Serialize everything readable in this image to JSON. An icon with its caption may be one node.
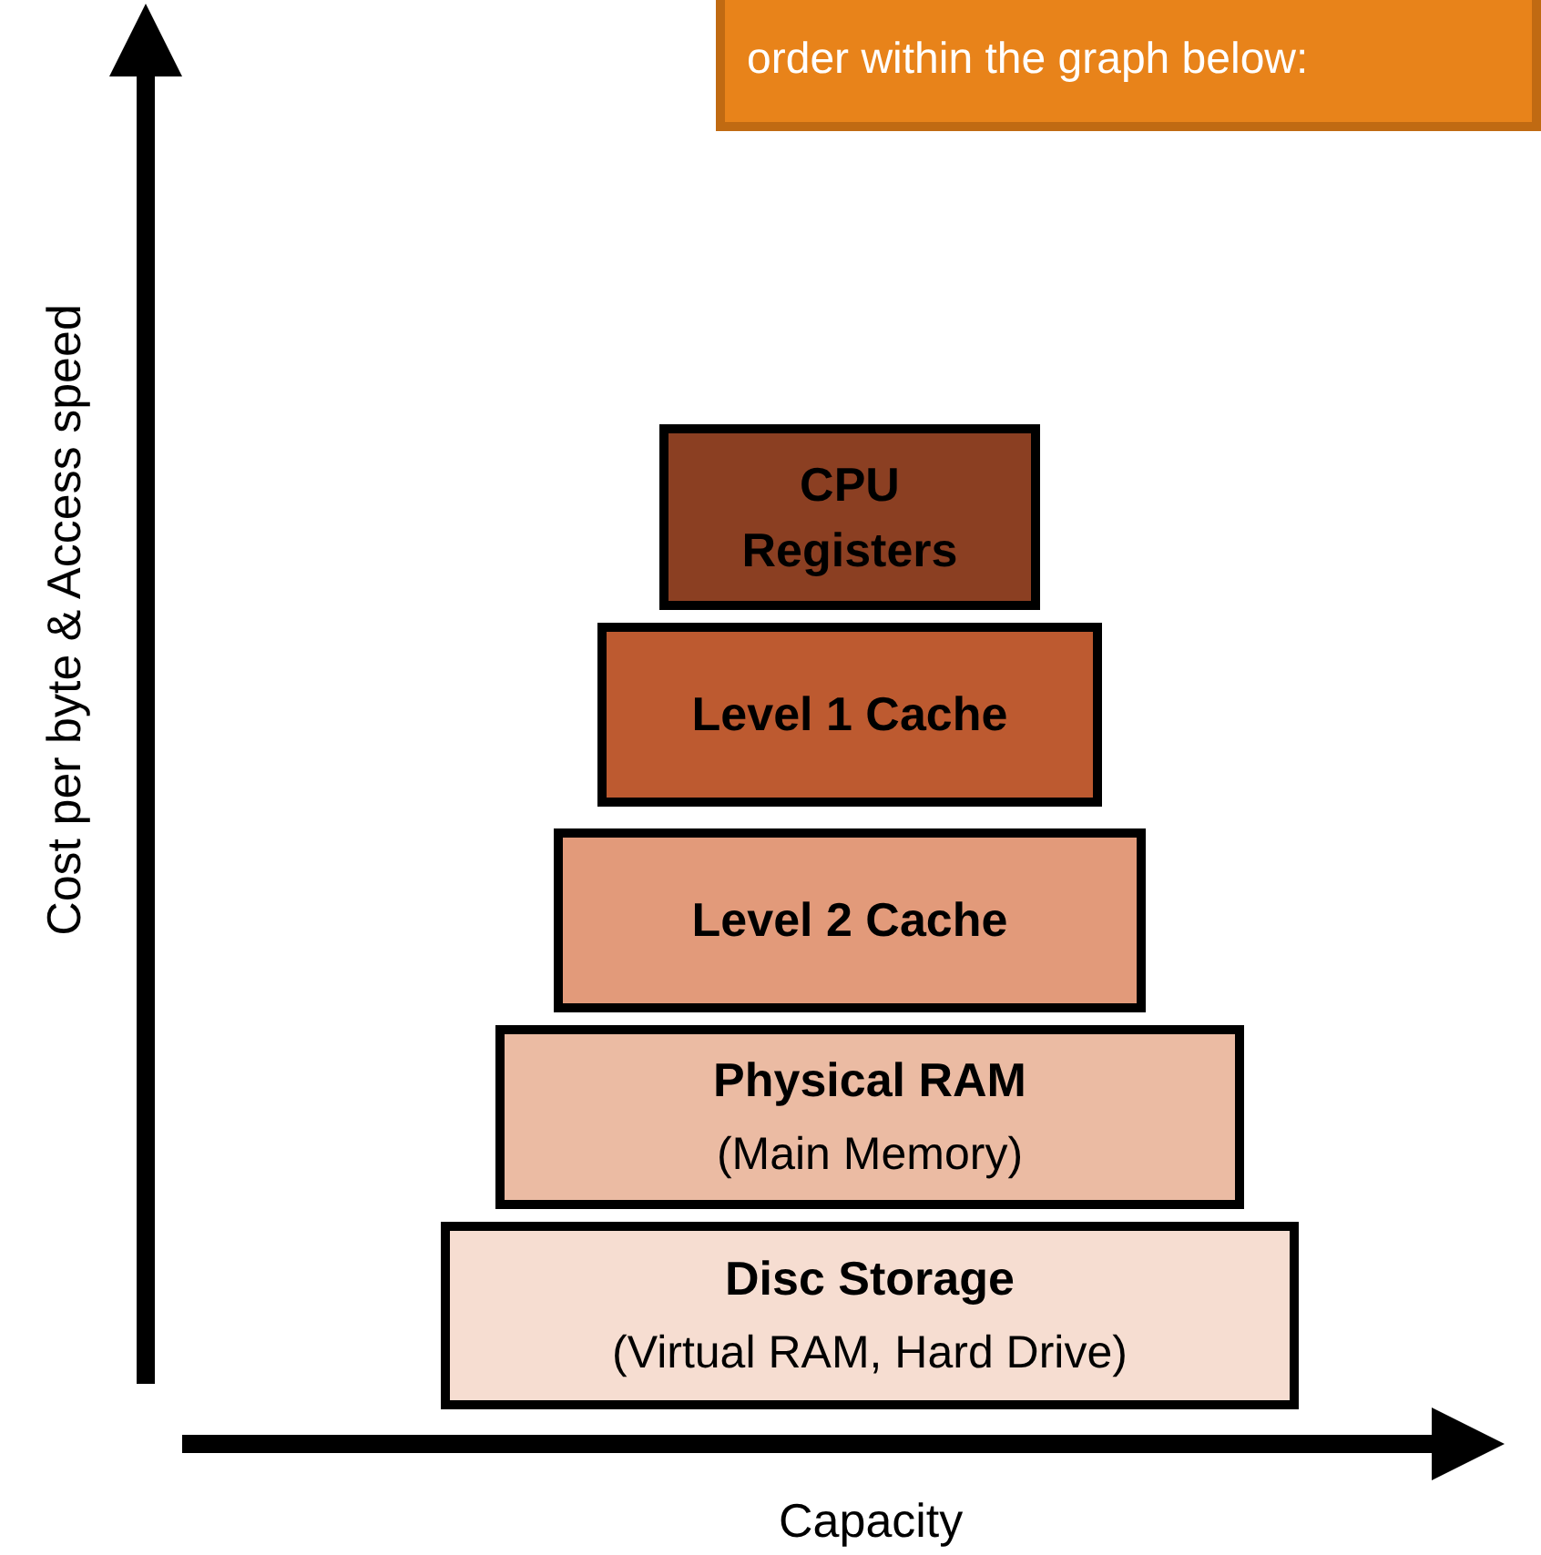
{
  "diagram": {
    "nodes": [
      {
        "text": [
          "order within the graph below:"
        ]
      },
      {
        "text": [
          "CPU Registers"
        ]
      },
      {
        "text": [
          "Level 1 Cache"
        ]
      },
      {
        "text": [
          "Level 2 Cache"
        ]
      },
      {
        "text": [
          "Physical RAM",
          "(Main Memory)"
        ]
      },
      {
        "text": [
          "Disc Storage",
          "(Virtual RAM, Hard Drive)"
        ]
      }
    ],
    "edges": [],
    "labels": [
      "Cost per byte & Access speed",
      "Capacity"
    ]
  }
}
